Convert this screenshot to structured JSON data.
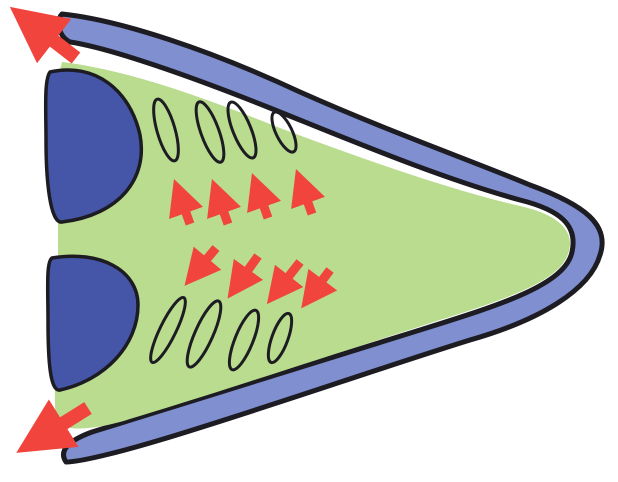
{
  "colors": {
    "background": "#ffffff",
    "membrane": "#7f8fd0",
    "cytoplasm": "#b9dc8e",
    "nuclei": "#4556a8",
    "outline": "#1c1c22",
    "arrow": "#f0443c"
  },
  "icons": {
    "arrow": "red-arrow-icon",
    "ellipse": "elongated-structure-icon"
  },
  "groups": {
    "upper_arrows_direction": "up",
    "lower_arrows_direction": "down-left",
    "corner_arrows_direction": "outward-left",
    "upper_structures_count": 4,
    "lower_structures_count": 4
  }
}
